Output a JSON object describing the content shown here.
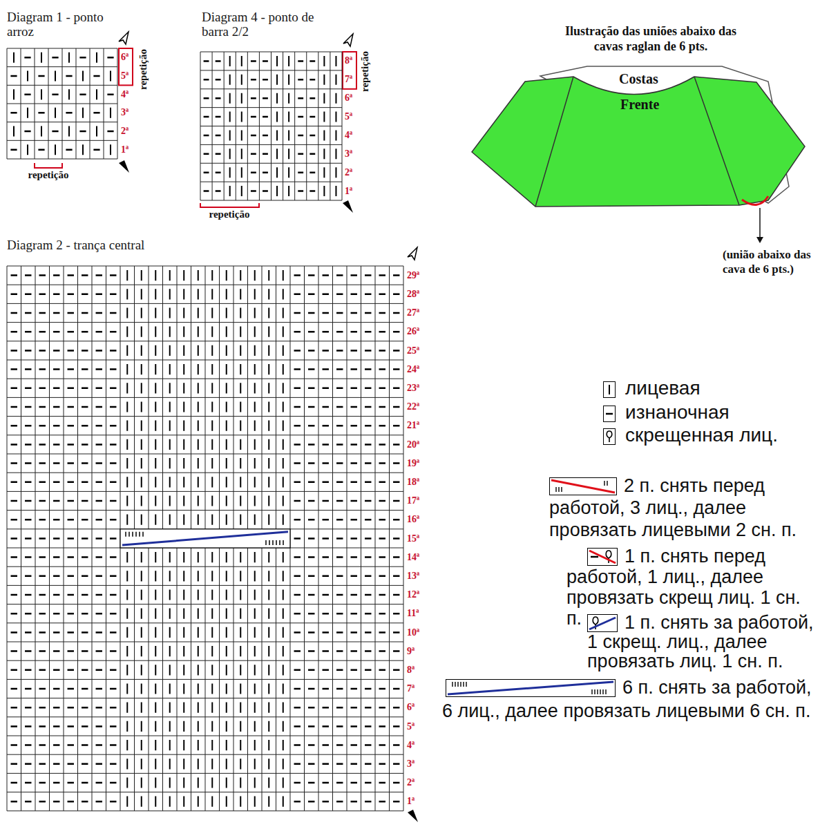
{
  "diagram": {
    "nodes": [
      {
        "text": [
          "Costas"
        ]
      },
      {
        "text": [
          "Frente"
        ]
      }
    ],
    "labels": [
      "Diagram 1 - ponto arroz",
      "1ª",
      "2ª",
      "3ª",
      "4ª",
      "5ª",
      "6ª",
      "repetição",
      "repetição",
      "Diagram 4 - ponto de barra 2/2",
      "1ª",
      "2ª",
      "3ª",
      "4ª",
      "5ª",
      "6ª",
      "7ª",
      "8ª",
      "repetição",
      "repetição",
      "Diagram 2 - trança central",
      "1ª",
      "2ª",
      "3ª",
      "4ª",
      "5ª",
      "6ª",
      "7ª",
      "8ª",
      "9ª",
      "10ª",
      "11ª",
      "12ª",
      "13ª",
      "14ª",
      "15ª",
      "16ª",
      "17ª",
      "18ª",
      "19ª",
      "20ª",
      "21ª",
      "22ª",
      "23ª",
      "24ª",
      "25ª",
      "26ª",
      "27ª",
      "28ª",
      "29ª",
      "Ilustração das uniões abaixo das cavas raglan de 6 pts.",
      "(união abaixo das cava de 6 pts.)"
    ],
    "legend": [
      {
        "text": "лицевая"
      },
      {
        "text": "изнаночная"
      },
      {
        "text": "скрещенная лиц."
      },
      {
        "text": "2 п. снять перед работой, 3 лиц., далее провязать лицевыми 2 сн. п."
      },
      {
        "text": "1 п. снять перед работой, 1 лиц., далее провязать скрещ лиц. 1 сн. п."
      },
      {
        "text": "1 п. снять за работой, 1 скрещ. лиц., далее провязать лиц. 1 сн. п."
      },
      {
        "text": "6 п. снять за работой, 6 лиц., далее провязать лицевыми 6 сн. п."
      }
    ]
  }
}
